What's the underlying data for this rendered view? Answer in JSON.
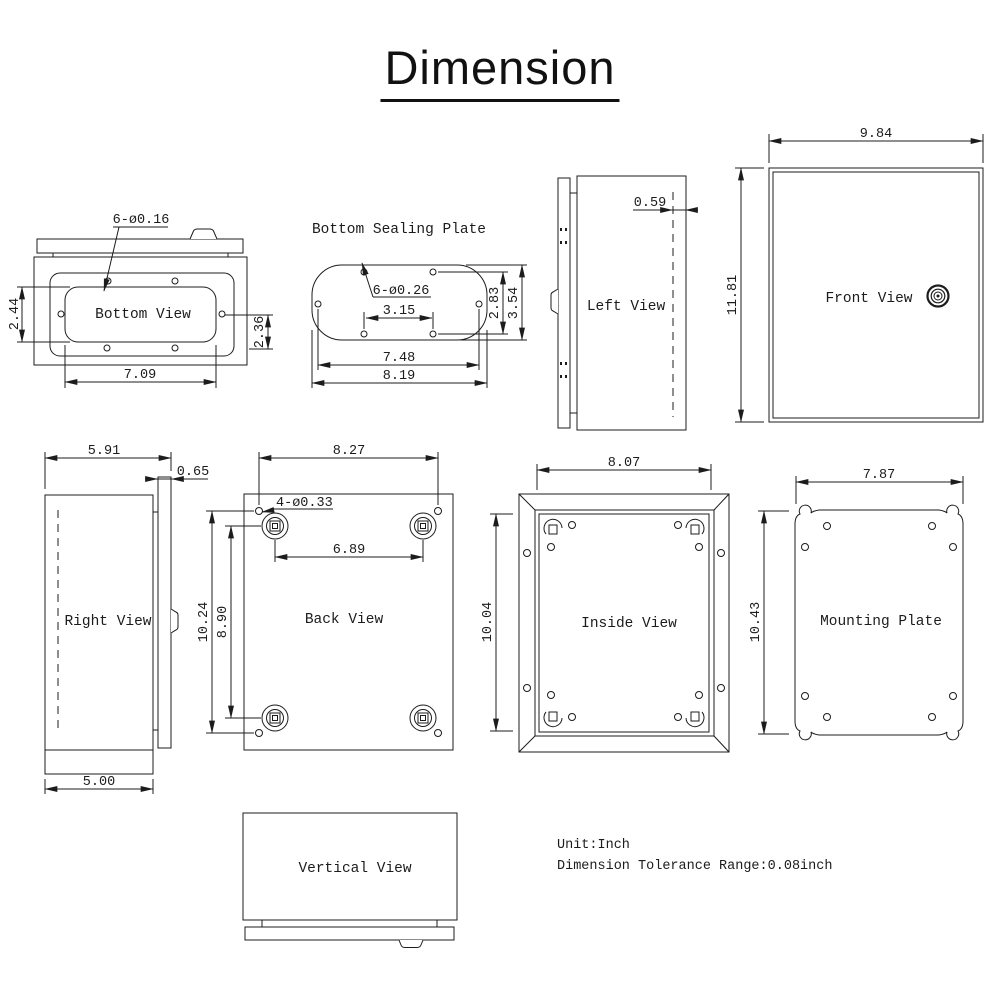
{
  "title": "Dimension",
  "notes": {
    "unit": "Unit:Inch",
    "tolerance": "Dimension Tolerance Range:0.08inch"
  },
  "views": {
    "bottom": {
      "label": "Bottom View",
      "callout": "6-ø0.16",
      "dims": {
        "inner_height": "2.44",
        "side_height": "2.36",
        "inner_width": "7.09"
      }
    },
    "sealing": {
      "label": "Bottom Sealing Plate",
      "callout": "6-ø0.26",
      "dims": {
        "hole_pitch": "3.15",
        "hole_span": "7.48",
        "width": "8.19",
        "row_span": "2.83",
        "height": "3.54"
      }
    },
    "left": {
      "label": "Left View",
      "dims": {
        "edge_offset": "0.59"
      }
    },
    "front": {
      "label": "Front View",
      "dims": {
        "width": "9.84",
        "height": "11.81"
      }
    },
    "right": {
      "label": "Right View",
      "dims": {
        "total_depth": "5.91",
        "flange_depth": "0.65",
        "body_depth": "5.00"
      }
    },
    "back": {
      "label": "Back View",
      "callout": "4-ø0.33",
      "dims": {
        "hole_span_x": "8.27",
        "boss_span_x": "6.89",
        "hole_span_y": "10.24",
        "boss_span_y": "8.90"
      }
    },
    "inside": {
      "label": "Inside View",
      "dims": {
        "width": "8.07",
        "height": "10.04"
      }
    },
    "mounting": {
      "label": "Mounting Plate",
      "dims": {
        "width": "7.87",
        "height": "10.43"
      }
    },
    "vertical": {
      "label": "Vertical View"
    }
  }
}
